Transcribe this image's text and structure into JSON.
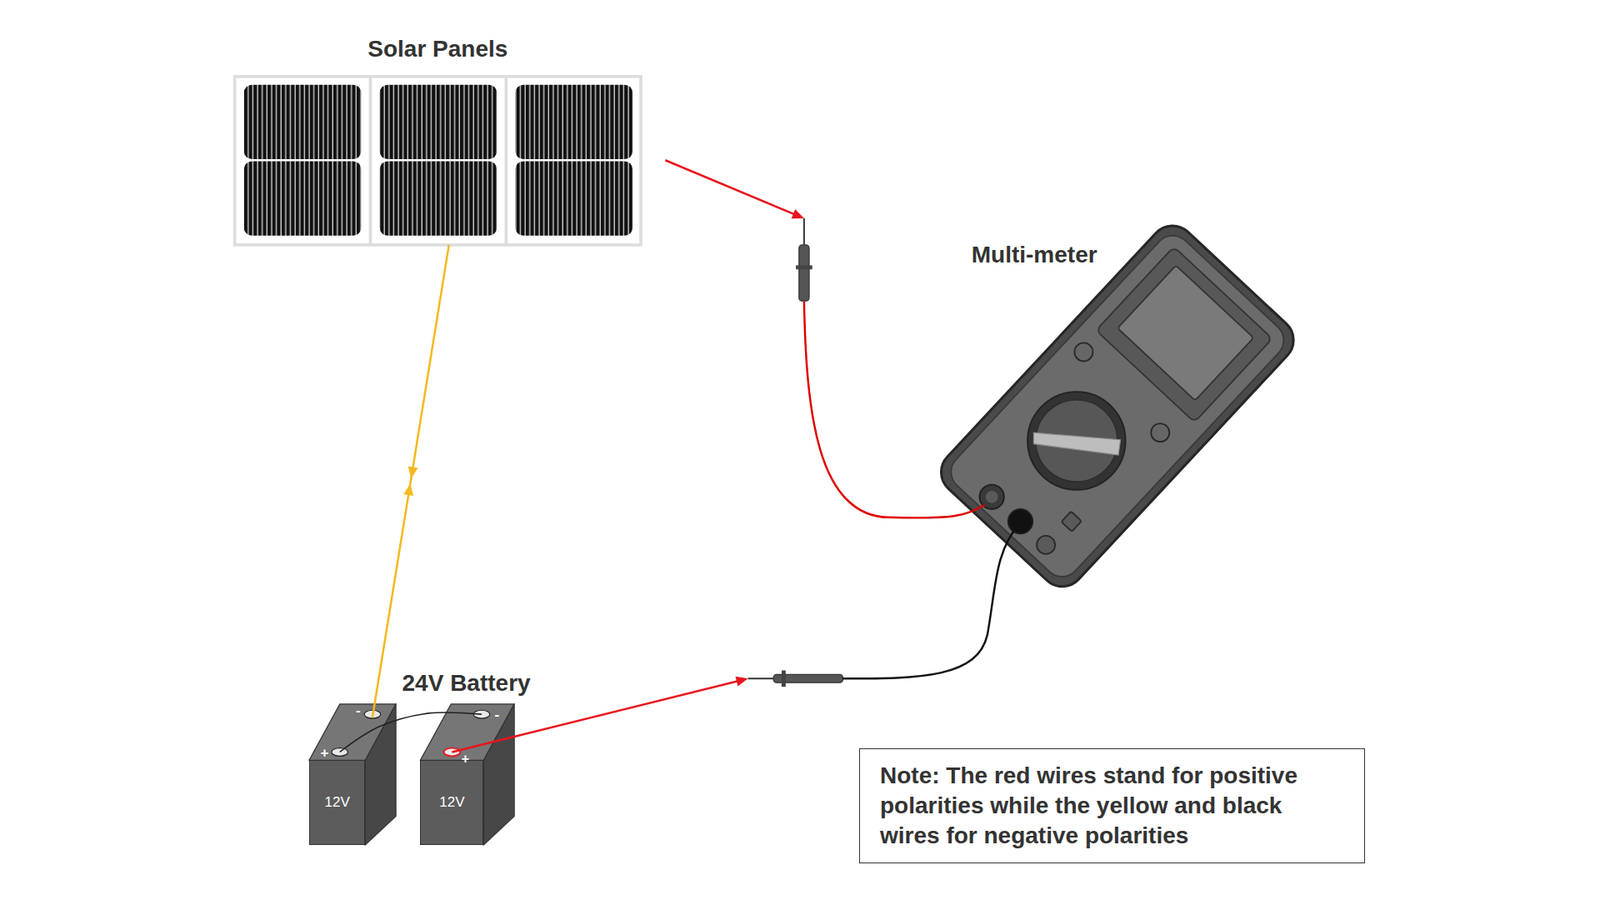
{
  "diagram": {
    "nodes": [
      {
        "text": [
          "Solar Panels"
        ]
      },
      {
        "text": [
          "Multi-meter"
        ]
      },
      {
        "text": [
          "12V"
        ]
      },
      {
        "text": [
          "12V"
        ]
      },
      {
        "text": [
          "Note: The red wires stand for positive polarities while the yellow and black wires for negative polarities"
        ]
      }
    ],
    "edges": [
      {
        "from": 0,
        "to": 2,
        "arrow": "both"
      },
      {
        "from": 0,
        "to": 1,
        "arrow": "to"
      },
      {
        "from": 2,
        "to": 3,
        "arrow": "none"
      },
      {
        "from": 3,
        "to": 1,
        "arrow": "to"
      }
    ],
    "labels": [
      "24V Battery",
      "-",
      "+",
      "-",
      "+"
    ]
  }
}
